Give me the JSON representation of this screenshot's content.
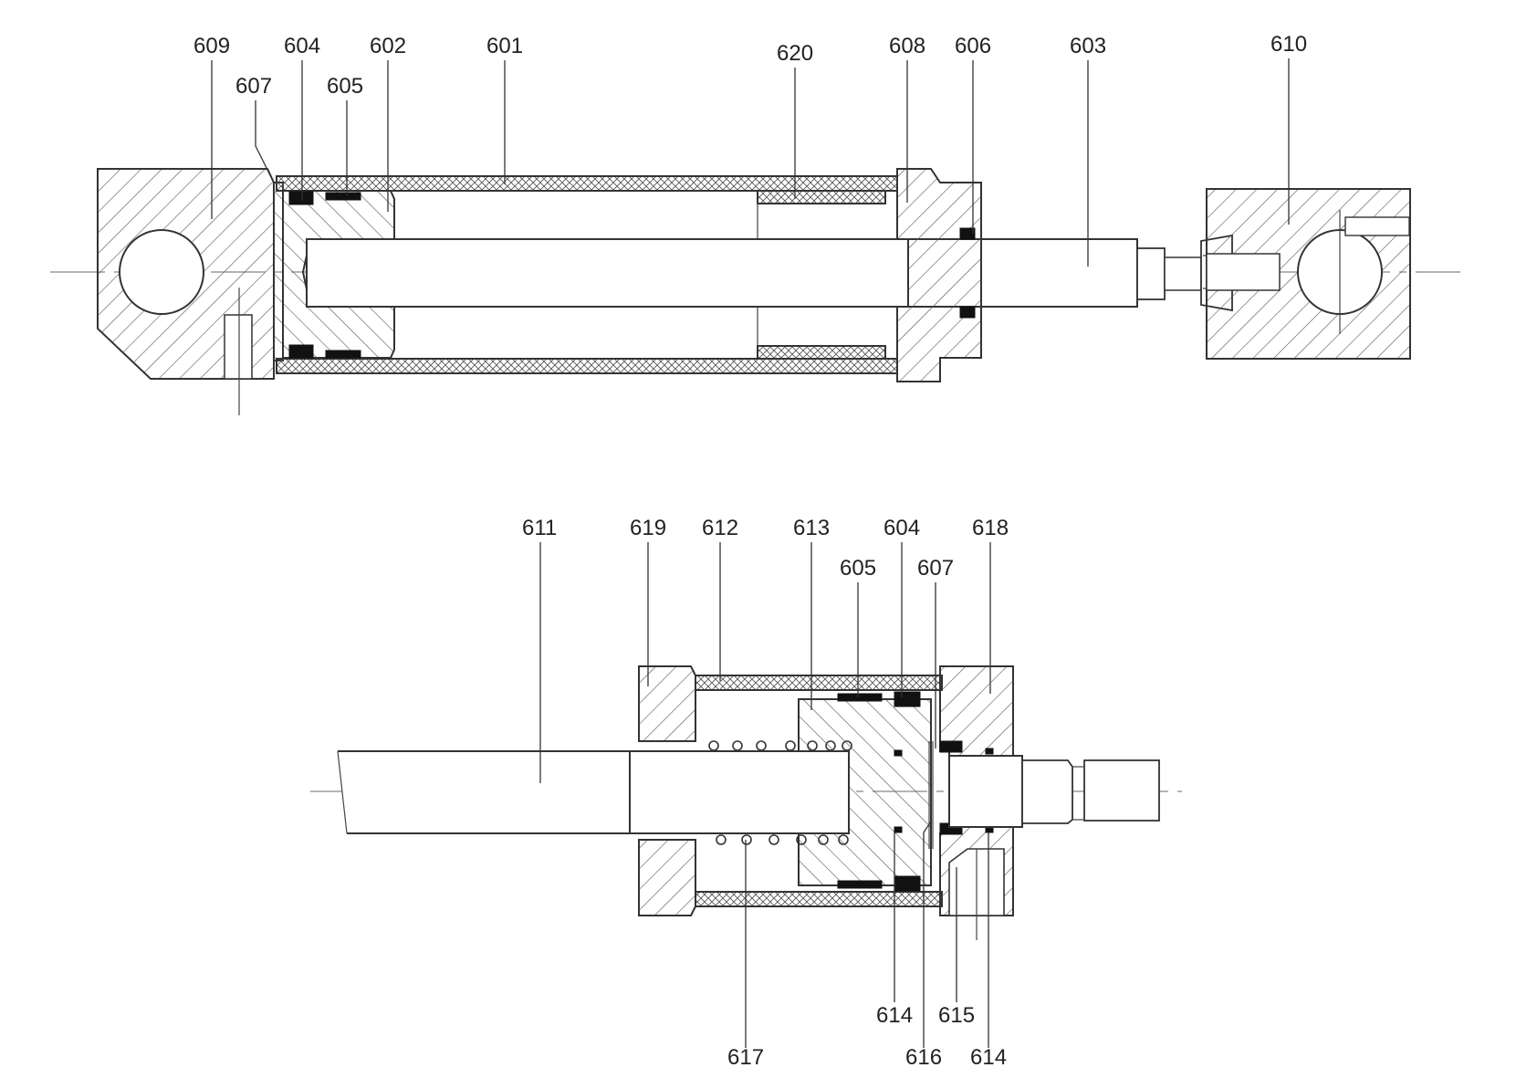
{
  "colors": {
    "line": "#333333",
    "seal": "#111111",
    "background": "#ffffff"
  },
  "upper_labels": [
    "609",
    "604",
    "602",
    "601",
    "620",
    "608",
    "606",
    "603",
    "610",
    "607",
    "605"
  ],
  "lower_labels": [
    "611",
    "619",
    "612",
    "613",
    "604",
    "618",
    "605",
    "607",
    "614",
    "615",
    "617",
    "616",
    "614"
  ]
}
